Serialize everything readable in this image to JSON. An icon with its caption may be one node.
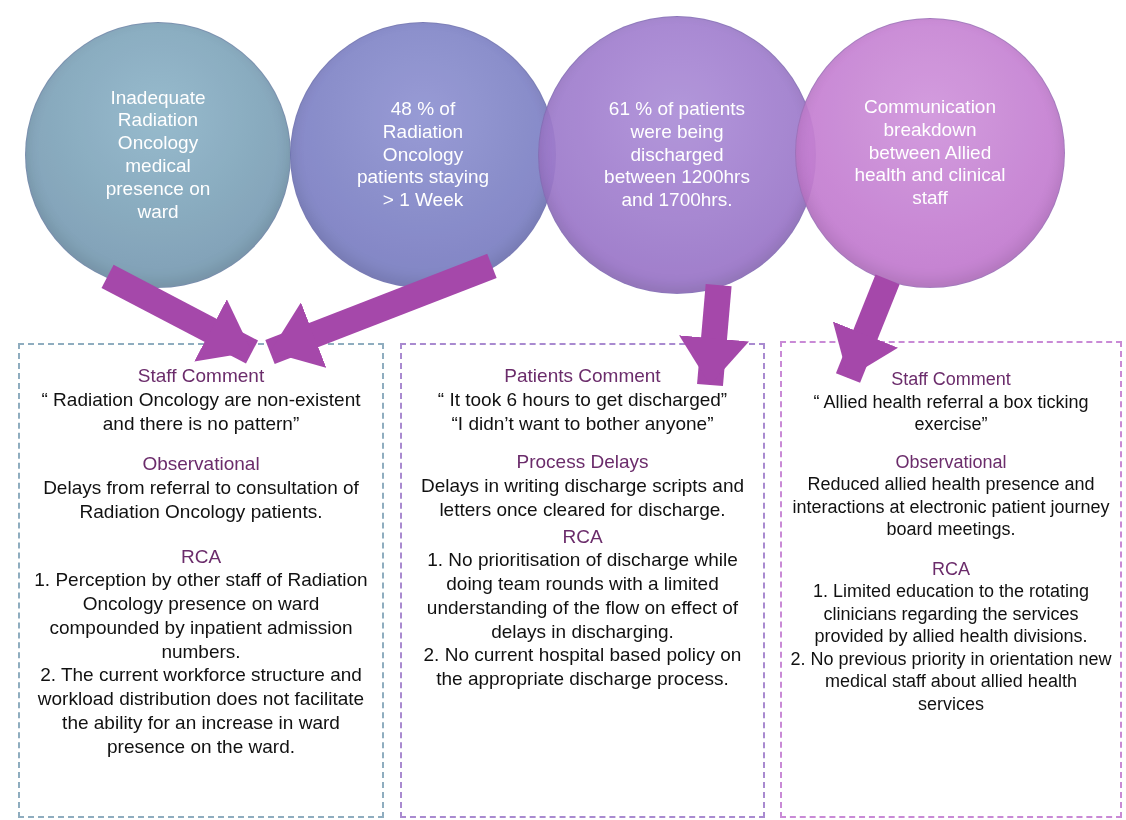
{
  "diagram": {
    "nodes": [
      {
        "text": [
          "Inadequate Radiation Oncology medical presence on ward"
        ]
      },
      {
        "text": [
          "48 % of Radiation Oncology patients staying > 1 Week"
        ]
      },
      {
        "text": [
          "61 % of patients were being discharged between 1200hrs and 1700hrs."
        ]
      },
      {
        "text": [
          "Communication breakdown between Allied health and clinical staff"
        ]
      },
      {
        "text": [
          "Staff Comment",
          "“ Radiation Oncology are non-existent and there is no pattern”",
          "Observational",
          "Delays from referral to consultation of Radiation Oncology patients.",
          "RCA",
          "1. Perception by other staff of Radiation Oncology presence on ward compounded by inpatient admission numbers.",
          "2. The current workforce structure and workload distribution does not facilitate the ability for an increase in ward presence on the ward."
        ]
      },
      {
        "text": [
          "Patients Comment",
          "“ It took 6 hours to get discharged”",
          "“I didn’t want to bother anyone”",
          "Process Delays",
          "Delays in writing discharge scripts and letters once cleared for discharge.",
          "RCA",
          "1. No prioritisation of discharge while doing team rounds with a limited understanding of the flow on effect of delays in discharging.",
          "2. No current hospital based policy on the appropriate discharge process."
        ]
      },
      {
        "text": [
          "Staff Comment",
          "“ Allied health referral a box ticking exercise”",
          "Observational",
          "Reduced allied health presence and interactions at electronic patient journey board meetings.",
          "RCA",
          "1. Limited education to the rotating clinicians regarding the services provided by allied health divisions.",
          "2. No previous priority in orientation new medical staff about allied health services"
        ]
      }
    ],
    "edges": [
      {
        "from": 0,
        "to": 4,
        "arrow": "to"
      },
      {
        "from": 1,
        "to": 4,
        "arrow": "to"
      },
      {
        "from": 2,
        "to": 5,
        "arrow": "to"
      },
      {
        "from": 3,
        "to": 6,
        "arrow": "to"
      }
    ]
  }
}
